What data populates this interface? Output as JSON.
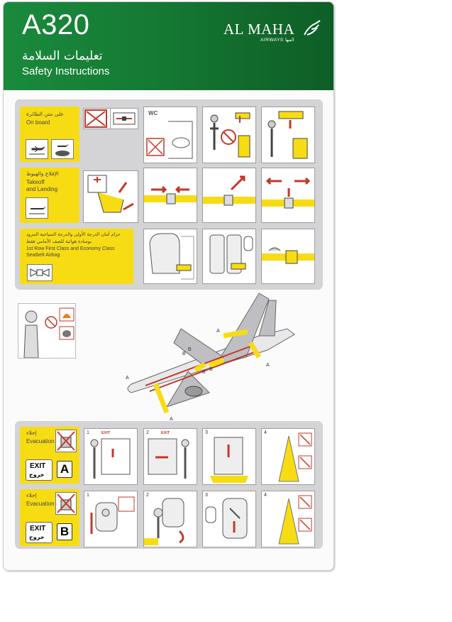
{
  "header": {
    "model": "A320",
    "title_ar": "تعليمات السلامة",
    "title_en": "Safety Instructions",
    "brand": "AL MAHA",
    "brand_sub": "AIRWAYS المها"
  },
  "sections": {
    "on_board": {
      "ar": "على متن الطائرة",
      "en": "On board",
      "wc": "WC"
    },
    "takeoff": {
      "ar": "الإقلاع والهبوط",
      "en_line1": "Takeoff",
      "en_line2": "and Landing"
    },
    "airbag": {
      "ar_line1": "حزام أمان الدرجة الأولى والدرجة السياحية المزود",
      "ar_line2": "بوسادة هوائية للصف الأمامي فقط",
      "en_line1": "1st Row First Class and Economy Class",
      "en_line2": "Seatbelt Airbag"
    },
    "evac_a": {
      "ar": "إخلاء",
      "en": "Evacuation",
      "exit_en": "EXIT",
      "exit_ar": "خروج",
      "door": "A",
      "steps": [
        "1",
        "2",
        "3",
        "4"
      ],
      "sign": "EXIT"
    },
    "evac_b": {
      "ar": "إخلاء",
      "en": "Evacuation",
      "exit_en": "EXIT",
      "exit_ar": "خروج",
      "door": "B",
      "steps": [
        "1",
        "2",
        "3",
        "4"
      ]
    }
  },
  "plane_labels": {
    "a": "A",
    "b": "B"
  },
  "colors": {
    "header_green": "#157a34",
    "safety_yellow": "#f7dc14",
    "panel_gray": "#d4d4d6",
    "warning_red": "#c0392b"
  }
}
